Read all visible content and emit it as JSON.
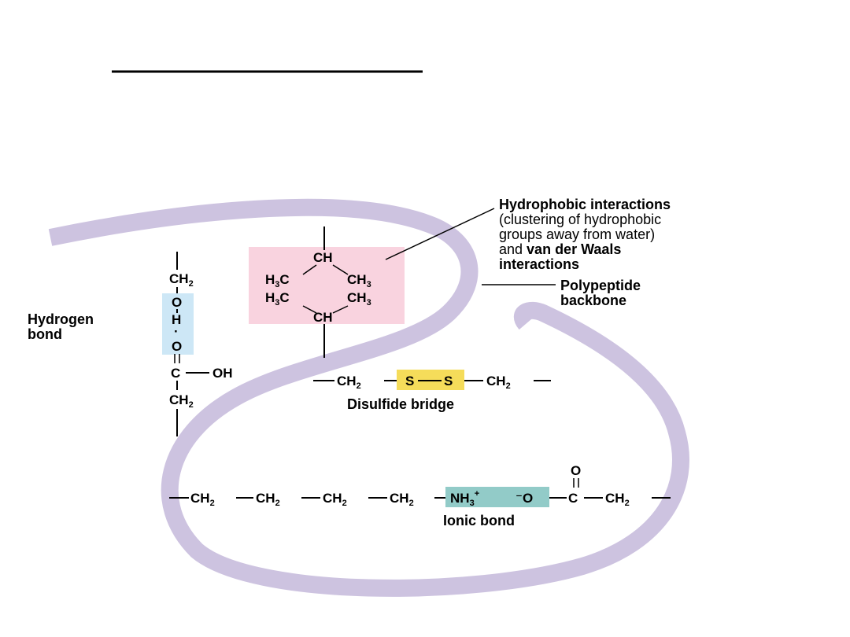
{
  "colors": {
    "backbone": "#cdc3e0",
    "hydrophobic_box": "#f9d3df",
    "hbond_box": "#cde7f6",
    "disulfide_box": "#f5dc5a",
    "ionic_box": "#92cbc8"
  },
  "labels": {
    "hydrophobic_line1": "Hydrophobic interactions",
    "hydrophobic_line2": "(clustering of hydrophobic",
    "hydrophobic_line3": "groups away from water)",
    "hydrophobic_line4_pre": "and ",
    "hydrophobic_line4_bold": "van der Waals",
    "hydrophobic_line5": "interactions",
    "backbone_line1": "Polypeptide",
    "backbone_line2": "backbone",
    "hbond_line1": "Hydrogen",
    "hbond_line2": "bond",
    "disulfide": "Disulfide bridge",
    "ionic": "Ionic bond"
  },
  "chem": {
    "ch": "CH",
    "ch_main": "CH",
    "h3c_main": "H",
    "h3c_tail": "C",
    "three": "3",
    "two": "2",
    "o": "O",
    "h": "H",
    "c": "C",
    "oh": "OH",
    "s": "S",
    "nh": "NH",
    "plus": "+",
    "minus_o": "⁻O",
    "minus": "−",
    "dots": "·",
    "equals": "="
  }
}
